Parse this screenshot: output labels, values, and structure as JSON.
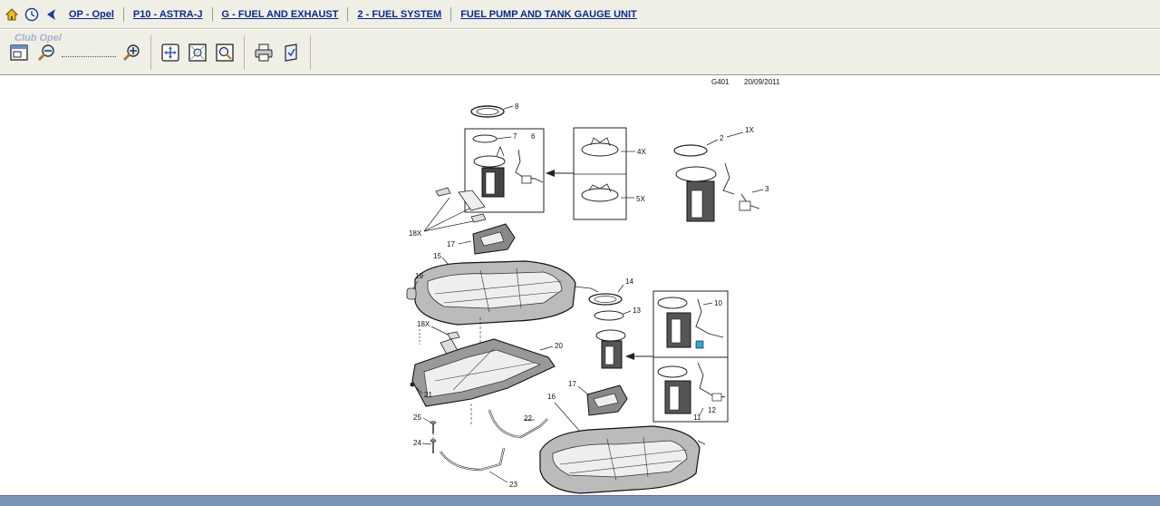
{
  "breadcrumbs": [
    "OP - Opel",
    "P10 - ASTRA-J",
    "G - FUEL AND EXHAUST",
    "2 - FUEL SYSTEM",
    "FUEL PUMP AND TANK GAUGE UNIT"
  ],
  "icons": {
    "home": "home-icon",
    "history": "clock-icon",
    "back": "back-arrow-icon"
  },
  "watermark": "Club Opel",
  "diagram": {
    "code": "G401",
    "date": "20/09/2011",
    "labels": {
      "l8": "8",
      "l7": "7",
      "l6": "6",
      "l4x": "4X",
      "l5x": "5X",
      "l2": "2",
      "l1x": "1X",
      "l3": "3",
      "l18x_top": "18X",
      "l17_top": "17",
      "l15": "15",
      "l19": "19",
      "l18x_mid": "18X",
      "l14": "14",
      "l13": "13",
      "l10": "10",
      "l20": "20",
      "l21": "21",
      "l17_bot": "17",
      "l16": "16",
      "l25": "25",
      "l22": "22",
      "l11": "11",
      "l12": "12",
      "l24": "24",
      "l23": "23"
    }
  }
}
